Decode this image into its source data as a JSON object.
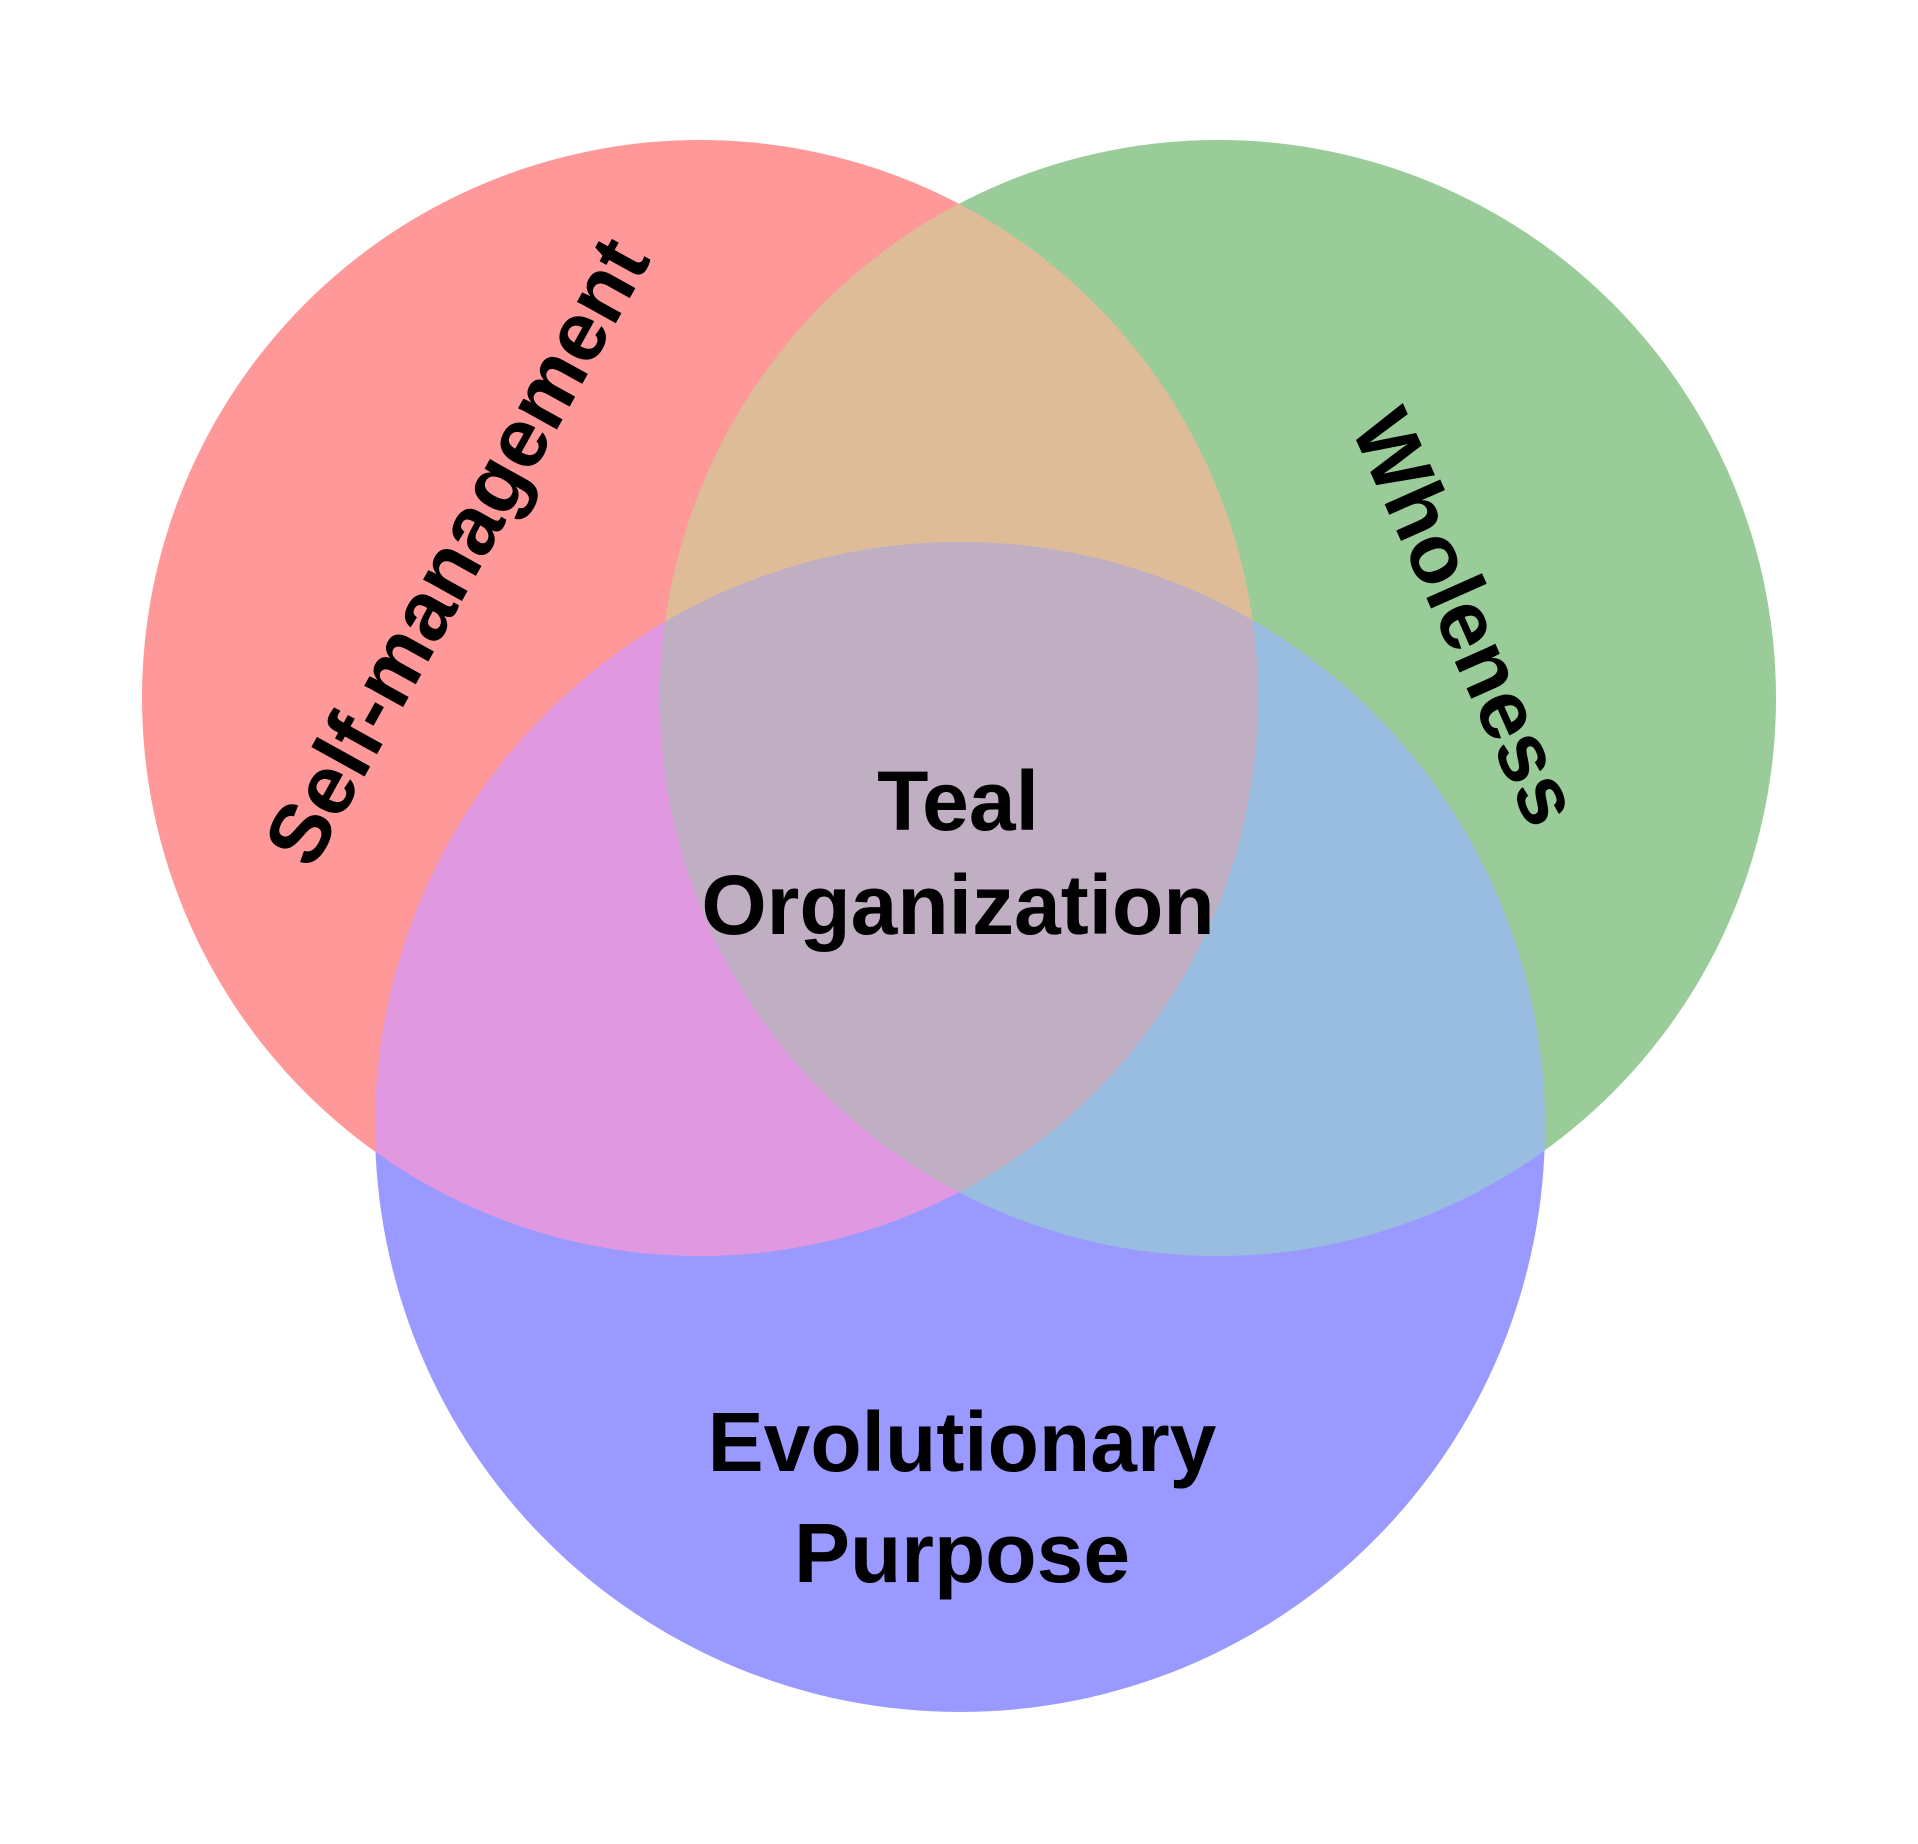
{
  "venn": {
    "background": "#ffffff",
    "text_color": "#000000",
    "sets": {
      "self_management": {
        "label": "Self-management",
        "color": "#FF9999"
      },
      "wholeness": {
        "label": "Wholeness",
        "color": "#99CC99"
      },
      "evolutionary_purpose": {
        "label_line1": "Evolutionary",
        "label_line2": "Purpose",
        "color": "#9999FF"
      }
    },
    "overlaps": {
      "self_management_wholeness": {
        "color": "#DFBC98"
      },
      "self_management_evolutionary_purpose": {
        "color": "#E099E0"
      },
      "wholeness_evolutionary_purpose": {
        "color": "#99BDE0"
      },
      "all_three": {
        "color": "#C0AEC2",
        "label_line1": "Teal",
        "label_line2": "Organization"
      }
    }
  }
}
